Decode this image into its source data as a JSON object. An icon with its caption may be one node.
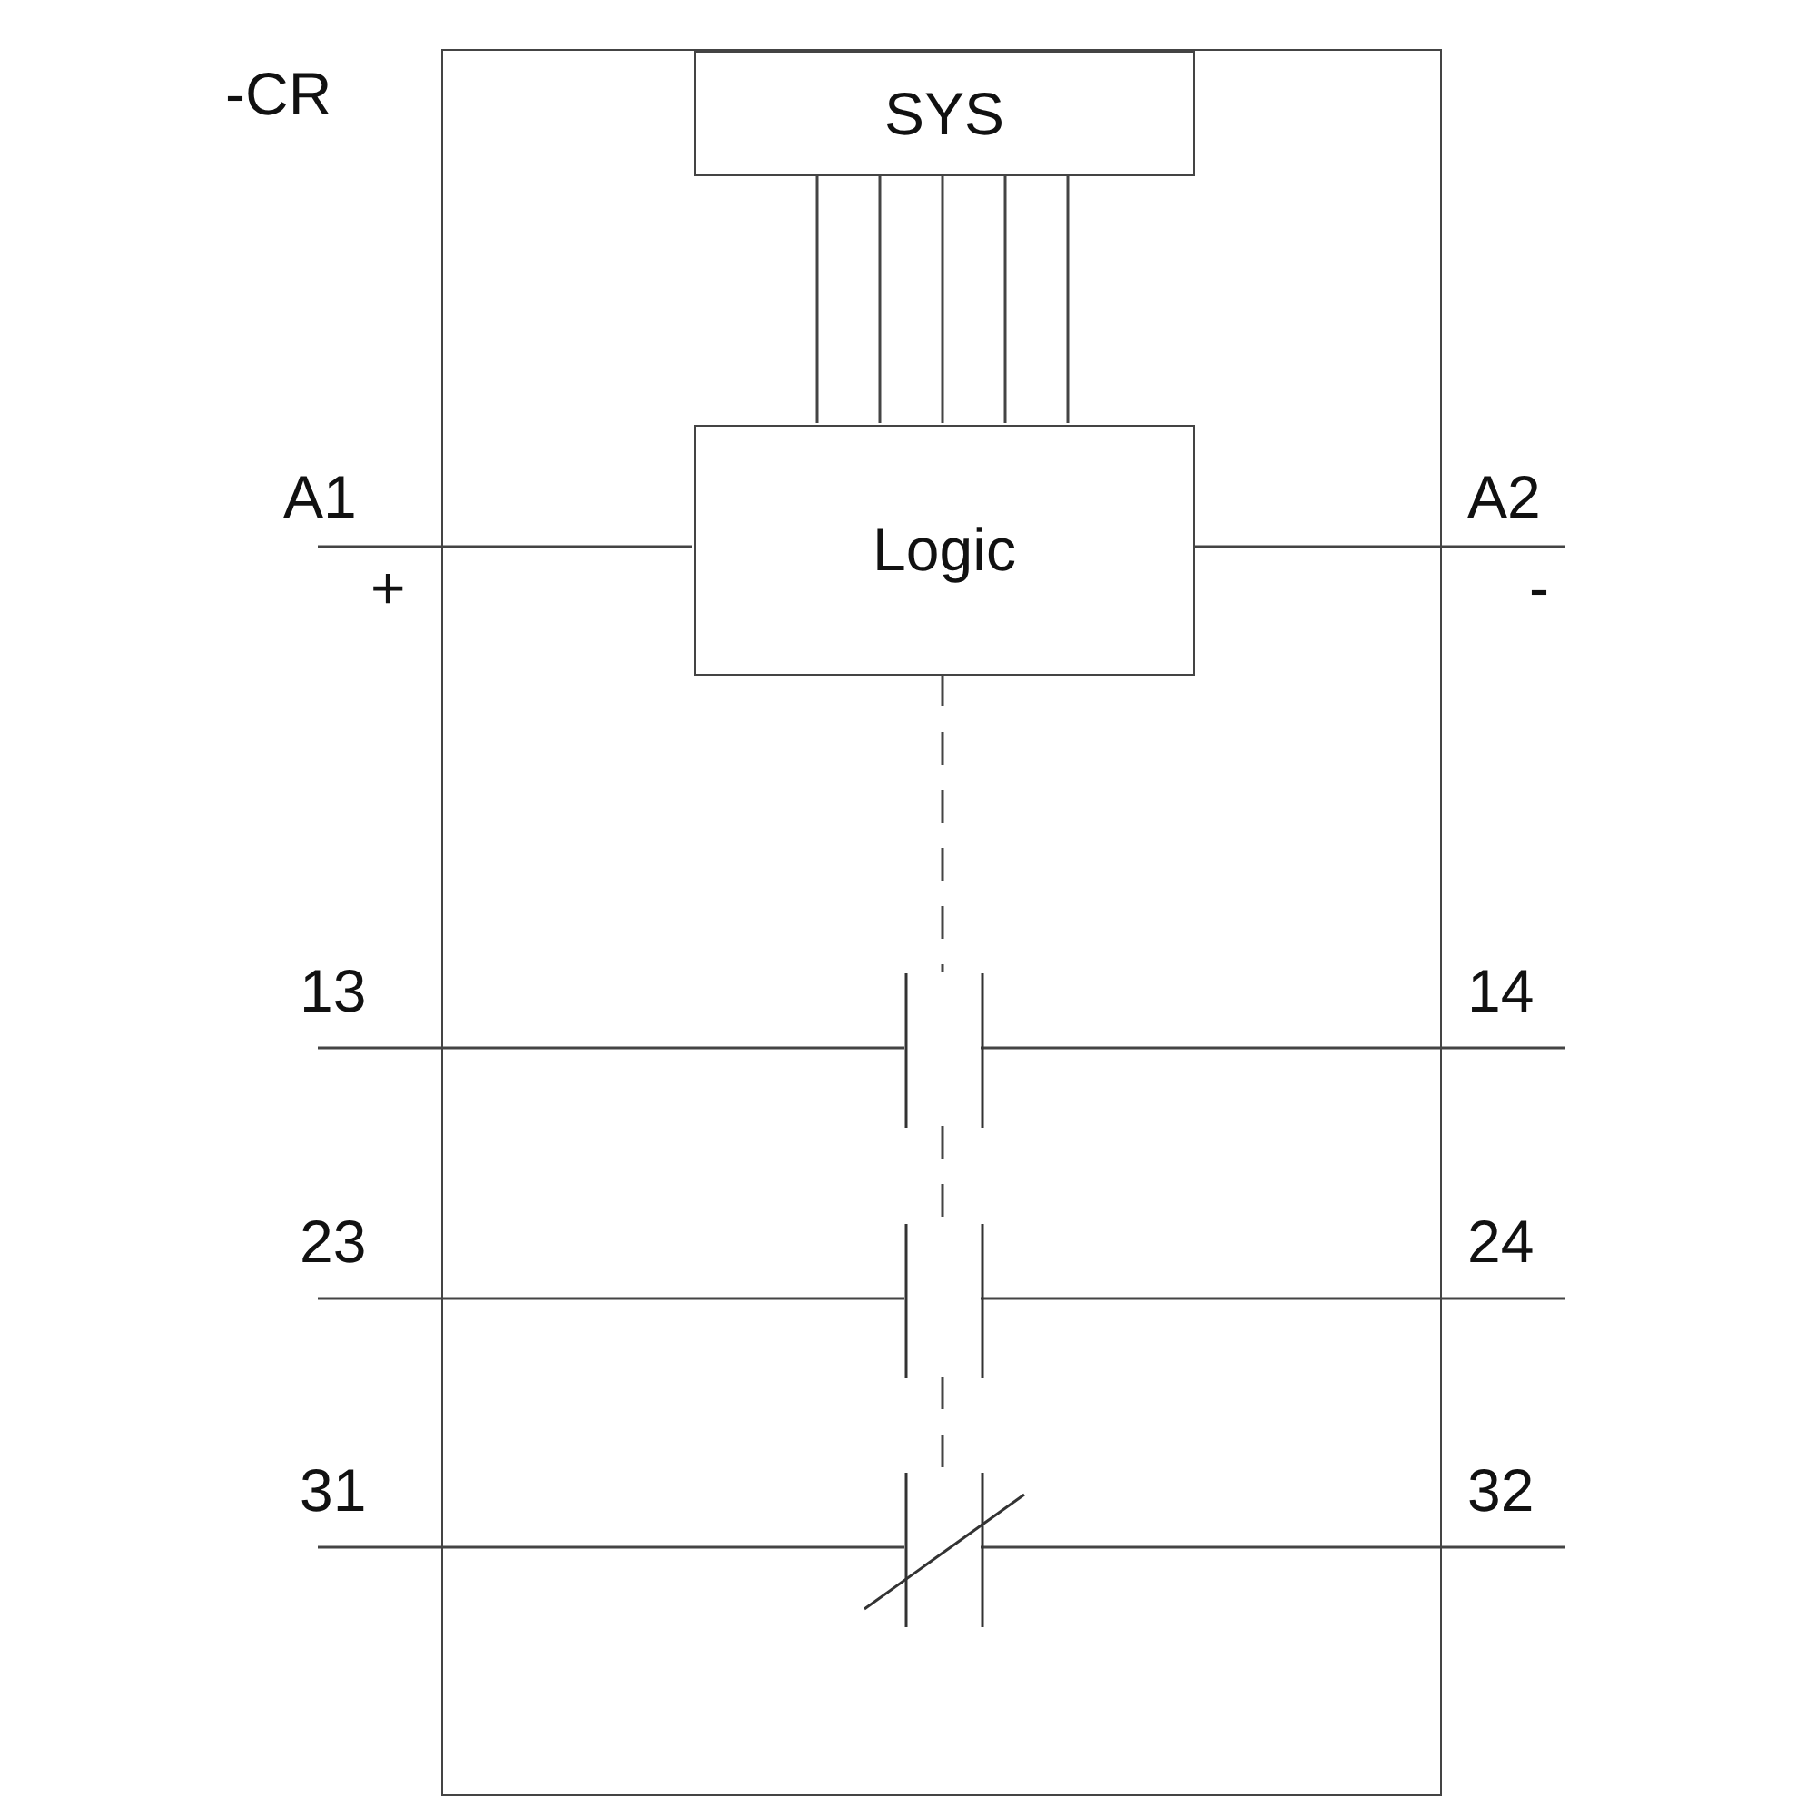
{
  "diagram": {
    "nodes": [
      {
        "text": [
          "-CR"
        ]
      },
      {
        "text": [
          "SYS"
        ],
        "in": 0
      },
      {
        "text": [
          "Logic"
        ],
        "in": 0
      },
      {
        "text": [
          "A1",
          "+"
        ]
      },
      {
        "text": [
          "A2",
          "-"
        ]
      },
      {
        "text": [
          "13"
        ]
      },
      {
        "text": [
          "14"
        ]
      },
      {
        "text": [
          "23"
        ]
      },
      {
        "text": [
          "24"
        ]
      },
      {
        "text": [
          "31"
        ]
      },
      {
        "text": [
          "32"
        ]
      },
      {
        "text": [],
        "shape": "contact",
        "in": 0
      },
      {
        "text": [],
        "shape": "contact",
        "in": 0
      },
      {
        "text": [],
        "shape": "contact",
        "in": 0
      }
    ],
    "edges": [
      {
        "from": 1,
        "to": 2,
        "arrow": "none"
      },
      {
        "from": 1,
        "to": 2,
        "arrow": "none"
      },
      {
        "from": 1,
        "to": 2,
        "arrow": "none"
      },
      {
        "from": 1,
        "to": 2,
        "arrow": "none"
      },
      {
        "from": 1,
        "to": 2,
        "arrow": "none"
      },
      {
        "from": 3,
        "to": 2,
        "arrow": "none"
      },
      {
        "from": 2,
        "to": 4,
        "arrow": "none"
      },
      {
        "from": 2,
        "to": 11,
        "arrow": "none",
        "style": "dashed"
      },
      {
        "from": 11,
        "to": 12,
        "arrow": "none",
        "style": "dashed"
      },
      {
        "from": 12,
        "to": 13,
        "arrow": "none",
        "style": "dashed"
      },
      {
        "from": 5,
        "to": 11,
        "arrow": "none"
      },
      {
        "from": 11,
        "to": 6,
        "arrow": "none"
      },
      {
        "from": 7,
        "to": 12,
        "arrow": "none"
      },
      {
        "from": 12,
        "to": 8,
        "arrow": "none"
      },
      {
        "from": 9,
        "to": 13,
        "arrow": "none"
      },
      {
        "from": 13,
        "to": 10,
        "arrow": "none"
      }
    ]
  }
}
